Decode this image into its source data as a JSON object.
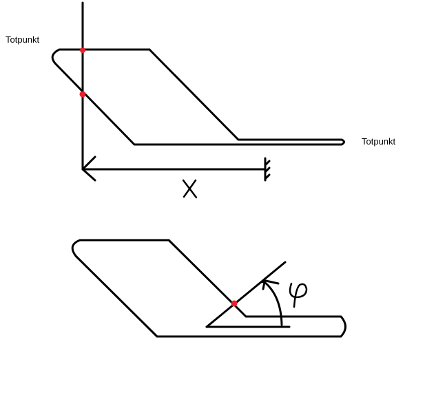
{
  "labels": {
    "top_left": "Totpunkt",
    "top_right": "Totpunkt",
    "axis_symbol": "X",
    "angle_symbol": "φ"
  },
  "colors": {
    "stroke": "#000000",
    "marker": "#e8212b",
    "background": "#ffffff"
  },
  "icons": {
    "ground": "ground-hatch-icon",
    "axis_arrow": "arrowhead-icon",
    "angle_arrow": "angle-arc-arrow-icon"
  }
}
